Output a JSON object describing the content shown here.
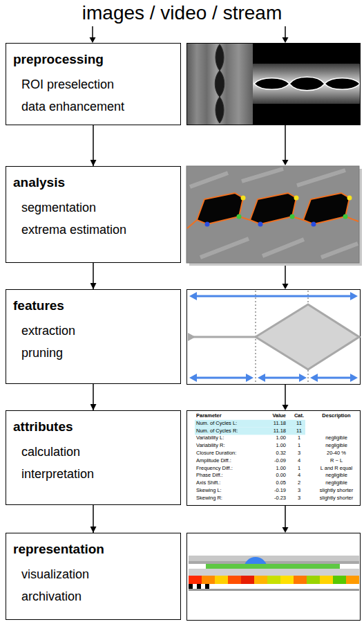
{
  "diagram": {
    "title": "images / video / stream",
    "nodes": [
      {
        "text": [
          "preprocessing",
          "ROI preselection",
          "data enhancement"
        ]
      },
      {
        "text": [
          "analysis",
          "segmentation",
          "extrema estimation"
        ]
      },
      {
        "text": [
          "features",
          "extraction",
          "pruning"
        ]
      },
      {
        "text": [
          "attributes",
          "calculation",
          "interpretation"
        ]
      },
      {
        "text": [
          "representation",
          "visualization",
          "archivation"
        ]
      }
    ],
    "edges": [
      {
        "from": 0,
        "to": 1,
        "arrow": "to"
      },
      {
        "from": 1,
        "to": 2,
        "arrow": "to"
      },
      {
        "from": 2,
        "to": 3,
        "arrow": "to"
      },
      {
        "from": 3,
        "to": 4,
        "arrow": "to"
      }
    ],
    "labels": [
      "Parameter",
      "Value",
      "Cat.",
      "Description",
      "Num. of Cycles L:",
      "11.18",
      "11",
      "Num. of Cycles R:",
      "11.18",
      "11",
      "Variability L:",
      "1.00",
      "1",
      "negligible",
      "Variability R:",
      "1.00",
      "1",
      "negligible",
      "Closure Duration:",
      "0.32",
      "3",
      "20-40 %",
      "Amplitude Diff.:",
      "-0.09",
      "4",
      "R ~ L",
      "Frequency Diff.:",
      "1.00",
      "1",
      "L and R equal",
      "Phase Diff.:",
      "0.00",
      "4",
      "negligible",
      "Axis Shift.:",
      "0.05",
      "2",
      "negligible",
      "Skewing L:",
      "-0.19",
      "3",
      "slightly shorter",
      "Skewing R:",
      "-0.23",
      "3",
      "slightly shorter"
    ]
  }
}
